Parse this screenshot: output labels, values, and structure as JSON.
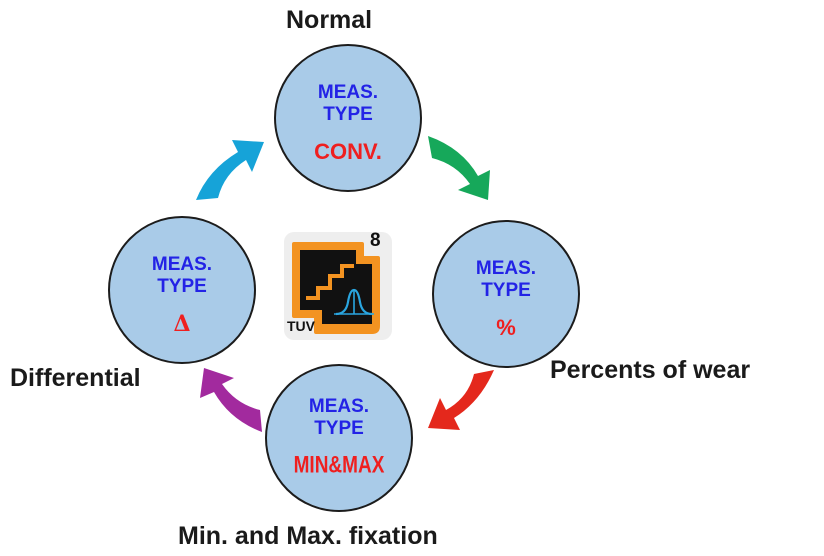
{
  "modes": [
    {
      "id": "normal",
      "line1": "MEAS.",
      "line2": "TYPE",
      "value": "CONV.",
      "caption": "Normal"
    },
    {
      "id": "percent",
      "line1": "MEAS.",
      "line2": "TYPE",
      "value": "%",
      "caption": "Percents of wear"
    },
    {
      "id": "minmax",
      "line1": "MEAS.",
      "line2": "TYPE",
      "value": "MIN&MAX",
      "caption": "Min. and Max. fixation"
    },
    {
      "id": "differential",
      "line1": "MEAS.",
      "line2": "TYPE",
      "value": "Δ",
      "caption": "Differential"
    }
  ],
  "center_icon": {
    "number": "8",
    "caption": "TUV",
    "icon": "meas-type-icon"
  },
  "colors": {
    "circle_fill": "#a9cbe8",
    "circle_label": "#2323e6",
    "circle_value": "#ef1f1f",
    "arrow_normal_to_percent": "#16a85a",
    "arrow_percent_to_minmax": "#e4281c",
    "arrow_minmax_to_differential": "#a22a9e",
    "arrow_differential_to_normal": "#16a3d8",
    "icon_orange": "#f39321"
  }
}
